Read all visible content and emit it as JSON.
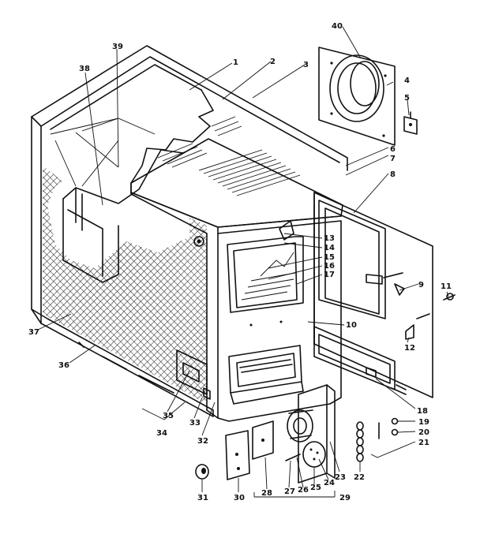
{
  "callouts": [
    {
      "id": "c1",
      "label": "1"
    },
    {
      "id": "c2",
      "label": "2"
    },
    {
      "id": "c3",
      "label": "3"
    },
    {
      "id": "c4",
      "label": "4"
    },
    {
      "id": "c5",
      "label": "5"
    },
    {
      "id": "c6",
      "label": "6"
    },
    {
      "id": "c7",
      "label": "7"
    },
    {
      "id": "c8",
      "label": "8"
    },
    {
      "id": "c9",
      "label": "9"
    },
    {
      "id": "c10",
      "label": "10"
    },
    {
      "id": "c11",
      "label": "11"
    },
    {
      "id": "c12",
      "label": "12"
    },
    {
      "id": "c13",
      "label": "13"
    },
    {
      "id": "c14",
      "label": "14"
    },
    {
      "id": "c15",
      "label": "15"
    },
    {
      "id": "c16",
      "label": "16"
    },
    {
      "id": "c17",
      "label": "17"
    },
    {
      "id": "c18",
      "label": "18"
    },
    {
      "id": "c19",
      "label": "19"
    },
    {
      "id": "c20",
      "label": "20"
    },
    {
      "id": "c21",
      "label": "21"
    },
    {
      "id": "c22",
      "label": "22"
    },
    {
      "id": "c23",
      "label": "23"
    },
    {
      "id": "c24",
      "label": "24"
    },
    {
      "id": "c25",
      "label": "25"
    },
    {
      "id": "c26",
      "label": "26"
    },
    {
      "id": "c27",
      "label": "27"
    },
    {
      "id": "c28",
      "label": "28"
    },
    {
      "id": "c29",
      "label": "29"
    },
    {
      "id": "c30",
      "label": "30"
    },
    {
      "id": "c31",
      "label": "31"
    },
    {
      "id": "c32",
      "label": "32"
    },
    {
      "id": "c33",
      "label": "33"
    },
    {
      "id": "c34",
      "label": "34"
    },
    {
      "id": "c35",
      "label": "35"
    },
    {
      "id": "c36",
      "label": "36"
    },
    {
      "id": "c37",
      "label": "37"
    },
    {
      "id": "c38",
      "label": "38"
    },
    {
      "id": "c39",
      "label": "39"
    },
    {
      "id": "c40",
      "label": "40"
    }
  ]
}
